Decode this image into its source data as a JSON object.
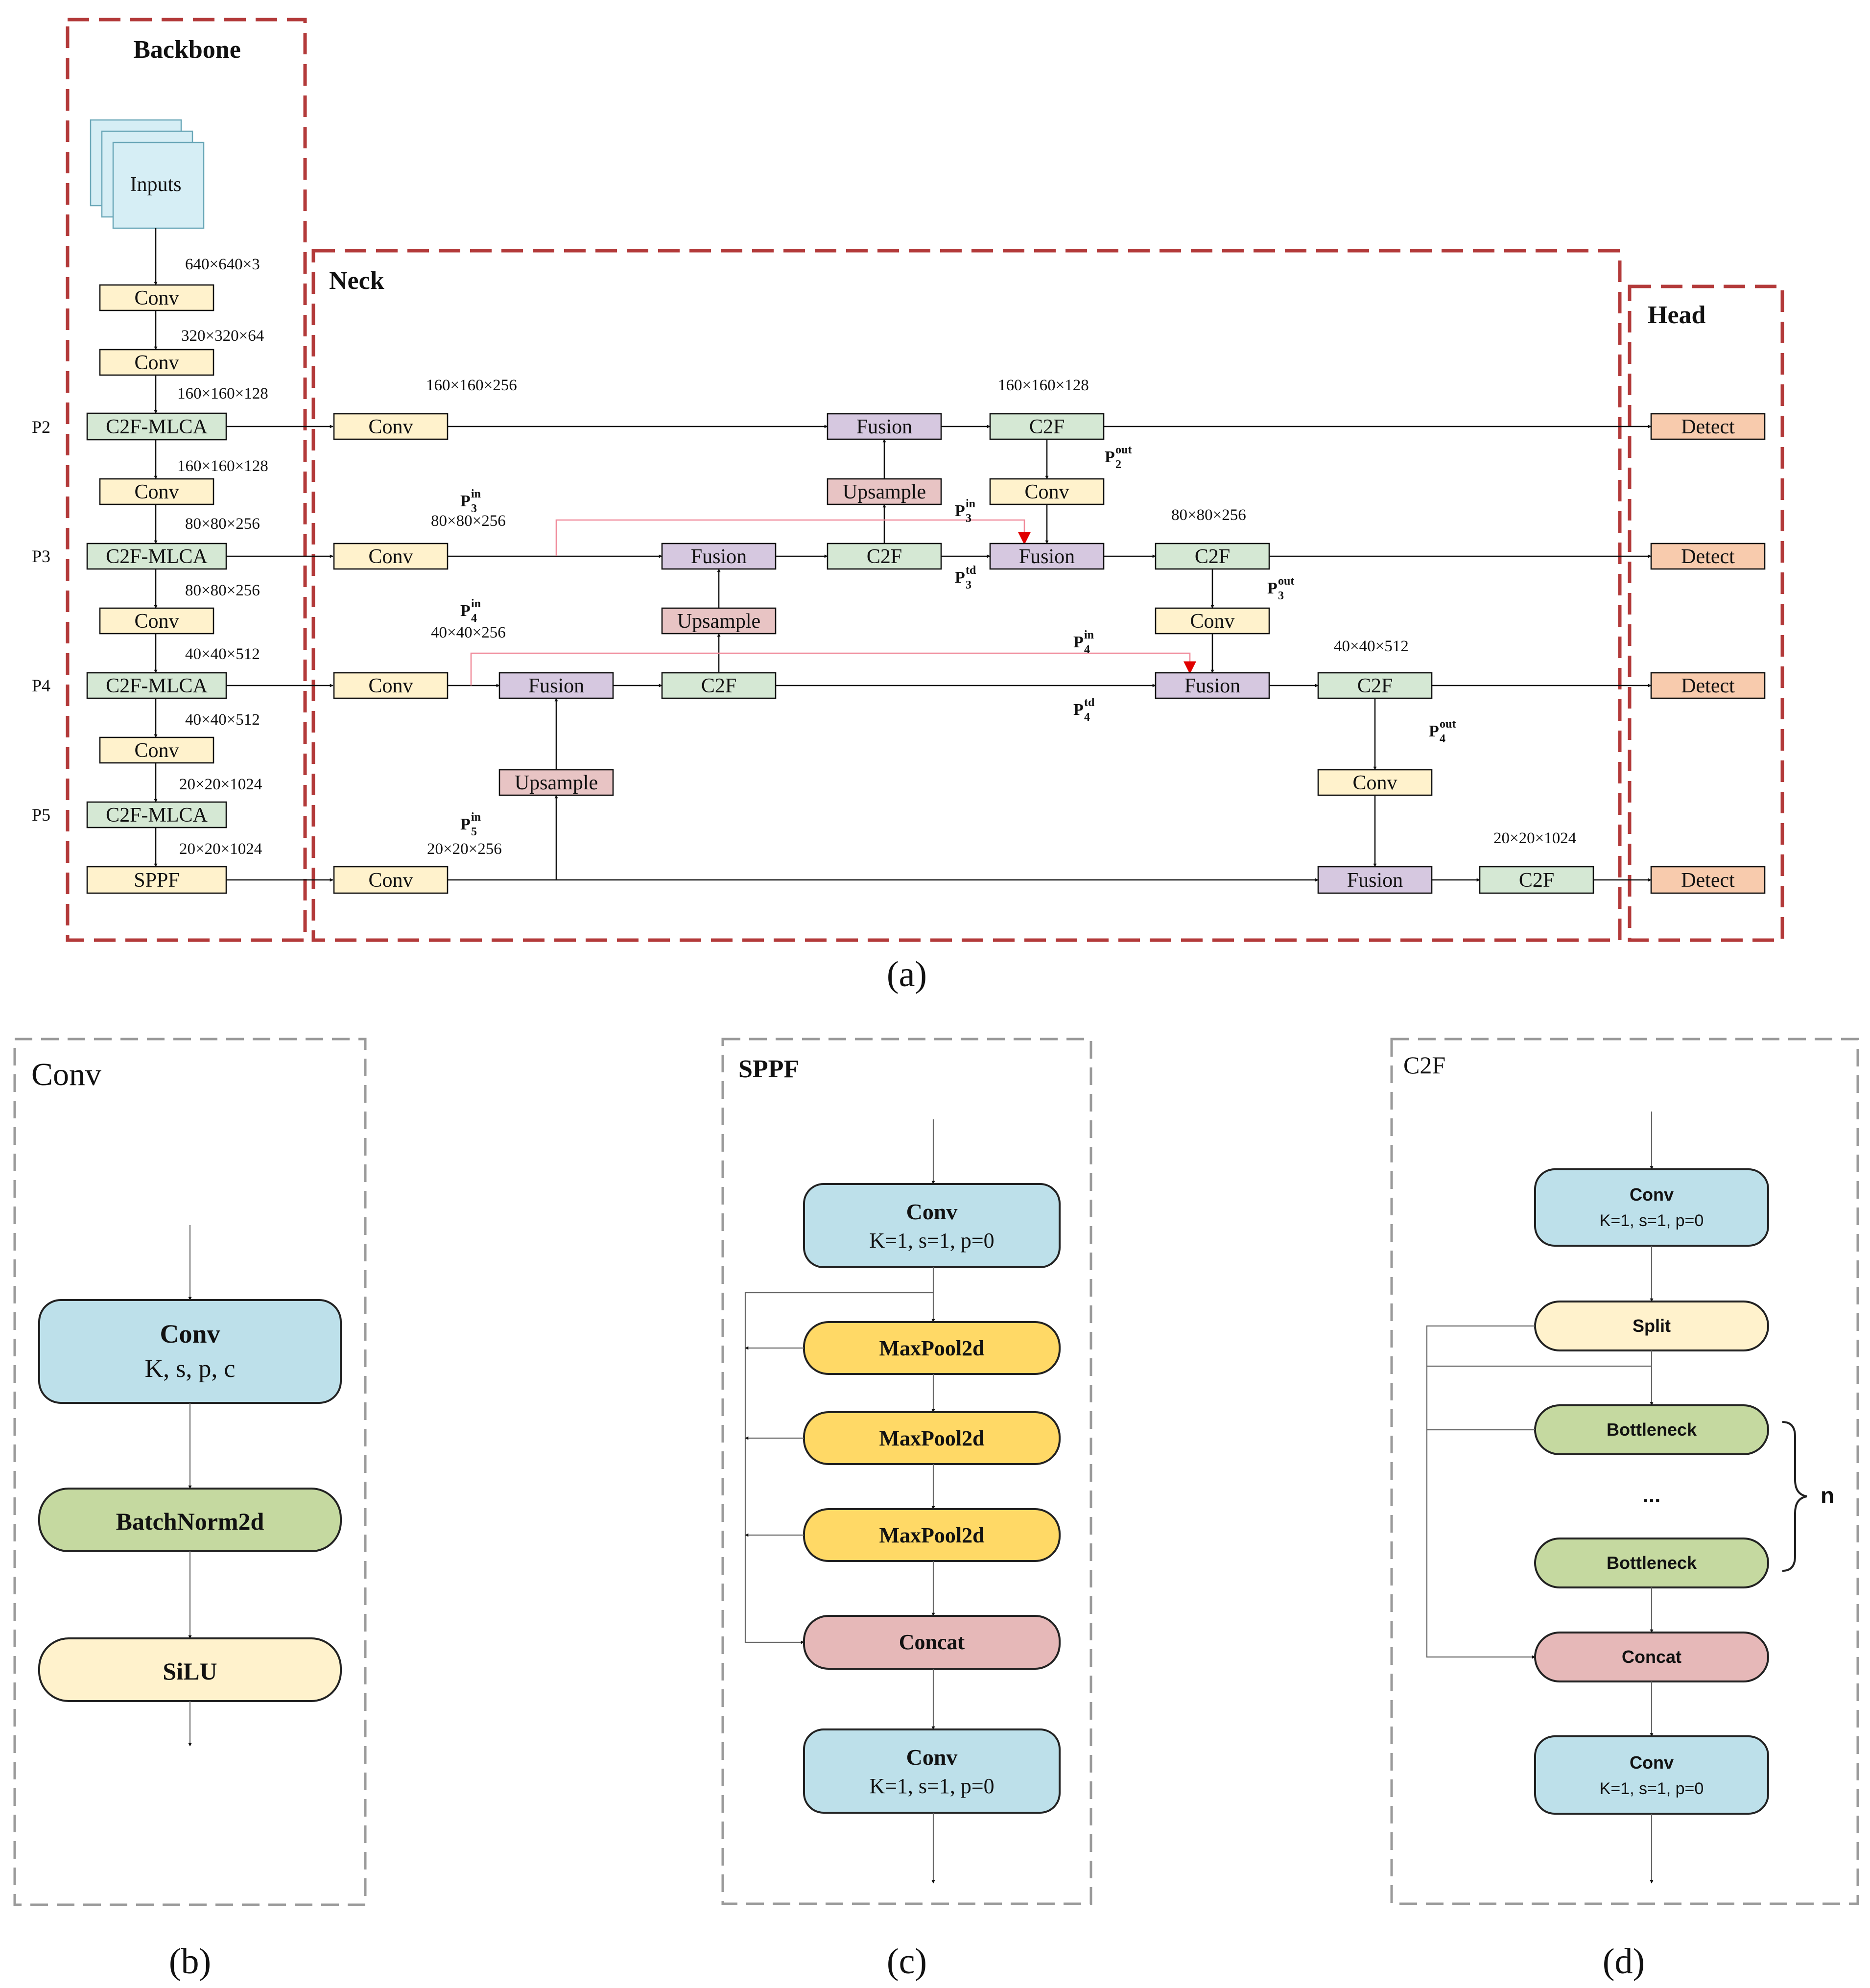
{
  "panel_a": {
    "backbone_title": "Backbone",
    "neck_title": "Neck",
    "head_title": "Head",
    "caption": "(a)",
    "inputs": "Inputs",
    "backbone_blocks": [
      "Conv",
      "Conv",
      "C2F-MLCA",
      "Conv",
      "C2F-MLCA",
      "Conv",
      "C2F-MLCA",
      "Conv",
      "C2F-MLCA",
      "SPPF"
    ],
    "backbone_dims": [
      "640×640×3",
      "320×320×64",
      "160×160×128",
      "160×160×128",
      "80×80×256",
      "80×80×256",
      "40×40×512",
      "40×40×512",
      "20×20×1024",
      "20×20×1024"
    ],
    "levels": [
      "P2",
      "P3",
      "P4",
      "P5"
    ],
    "neck": {
      "conv_label": "Conv",
      "fusion_label": "Fusion",
      "c2f_label": "C2F",
      "upsample_label": "Upsample",
      "detect_label": "Detect",
      "dims": {
        "p2_in": "160×160×256",
        "p3_in": "80×80×256",
        "p4_in": "40×40×256",
        "p5_in": "20×20×256",
        "p2_out": "160×160×128",
        "p3_out": "80×80×256",
        "p4_out": "40×40×512",
        "p5_out": "20×20×1024"
      },
      "p_labels": {
        "p3_in": {
          "base": "P",
          "sup": "in",
          "sub": "3"
        },
        "p4_in": {
          "base": "P",
          "sup": "in",
          "sub": "4"
        },
        "p5_in": {
          "base": "P",
          "sup": "in",
          "sub": "5"
        },
        "p3_in_b": {
          "base": "P",
          "sup": "in",
          "sub": "3"
        },
        "p4_in_b": {
          "base": "P",
          "sup": "in",
          "sub": "4"
        },
        "p3_td": {
          "base": "P",
          "sup": "td",
          "sub": "3"
        },
        "p4_td": {
          "base": "P",
          "sup": "td",
          "sub": "4"
        },
        "p2_out": {
          "base": "P",
          "sup": "out",
          "sub": "2"
        },
        "p3_out": {
          "base": "P",
          "sup": "out",
          "sub": "3"
        },
        "p4_out": {
          "base": "P",
          "sup": "out",
          "sub": "4"
        }
      }
    }
  },
  "panel_b": {
    "title": "Conv",
    "caption": "(b)",
    "conv_title": "Conv",
    "conv_params": "K, s, p, c",
    "batchnorm": "BatchNorm2d",
    "silu": "SiLU"
  },
  "panel_c": {
    "title": "SPPF",
    "caption": "(c)",
    "conv_title": "Conv",
    "conv_params": "K=1, s=1, p=0",
    "maxpool": "MaxPool2d",
    "concat": "Concat"
  },
  "panel_d": {
    "title": "C2F",
    "caption": "(d)",
    "conv_title": "Conv",
    "conv_params": "K=1, s=1, p=0",
    "split": "Split",
    "bottleneck": "Bottleneck",
    "ellipsis": "...",
    "concat": "Concat",
    "n": "n"
  },
  "colors": {
    "conv_yellow": "#FFF2CC",
    "c2f_green": "#D5E8D4",
    "fusion_purple": "#D6C8E0",
    "upsample_pink": "#E8C4C4",
    "detect_orange": "#F8CBAD",
    "inputs_blue": "#D6EEF5",
    "dash_red": "#B33A3A",
    "node_blue": "#BDE0EA",
    "node_green": "#C5D9A0",
    "node_yellow": "#FFF2CC",
    "node_gold": "#FFD966",
    "node_pink": "#E6B8B8"
  }
}
